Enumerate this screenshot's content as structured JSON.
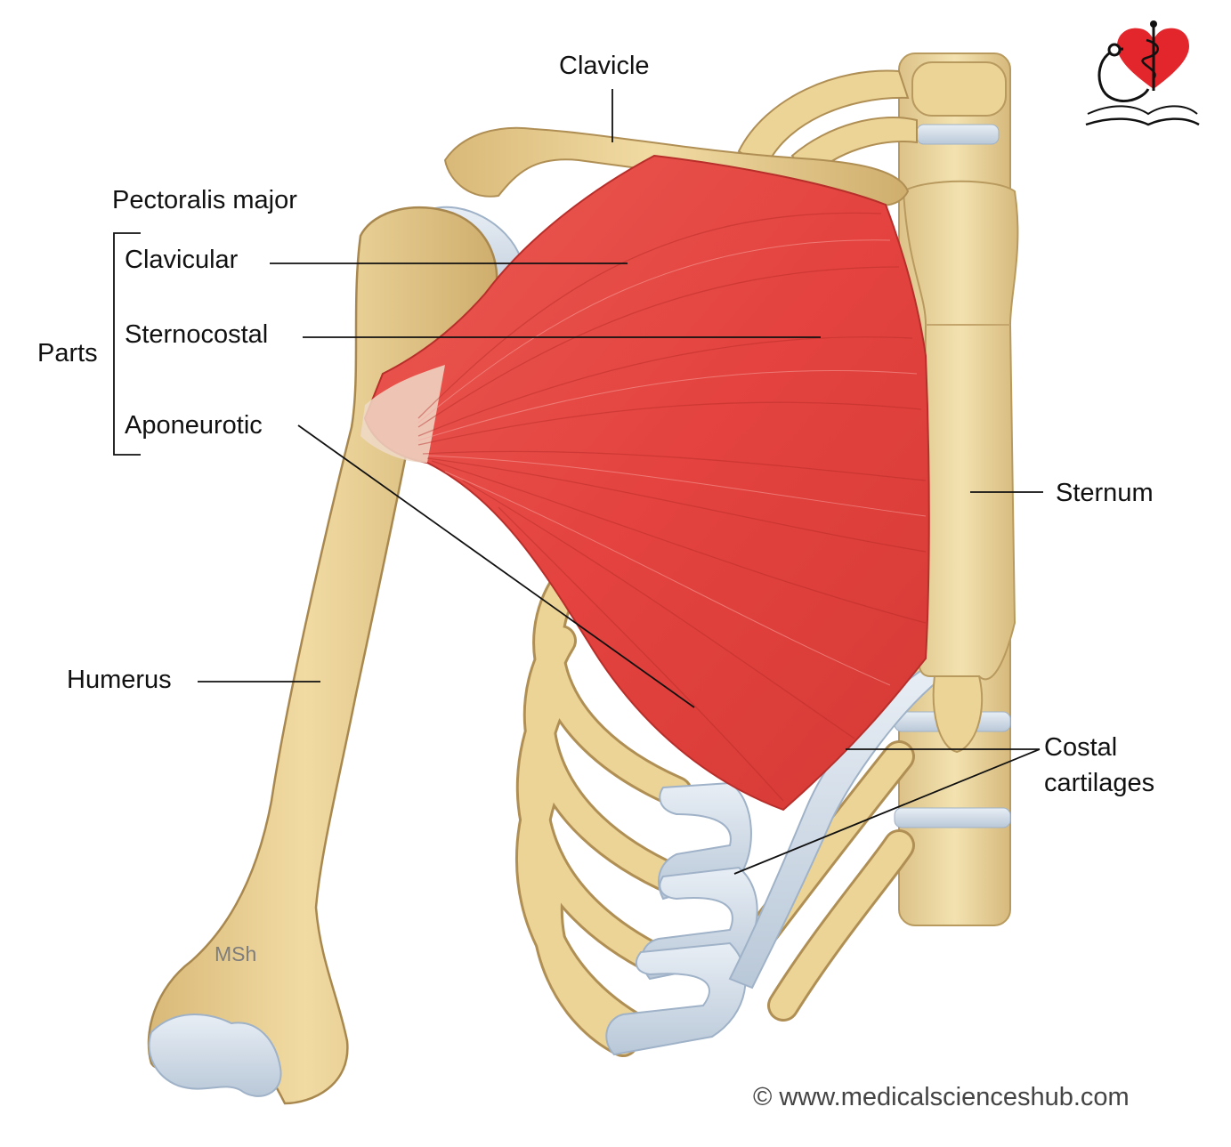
{
  "labels": {
    "clavicle": "Clavicle",
    "pectoralis_major": "Pectoralis major",
    "parts": "Parts",
    "clavicular": "Clavicular",
    "sternocostal": "Sternocostal",
    "aponeurotic": "Aponeurotic",
    "humerus": "Humerus",
    "sternum": "Sternum",
    "costal_line1": "Costal",
    "costal_line2": "cartilages"
  },
  "artist_initials": "MSh",
  "copyright": "© www.medicalscienceshub.com",
  "logo": {
    "icon": "heart-caduceus-book-logo-icon"
  },
  "colors": {
    "muscle": "#e4433f",
    "muscle_dark": "#c8302d",
    "bone": "#ecd396",
    "bone_shadow": "#c9a868",
    "cartilage": "#d6e1ec",
    "cartilage_shadow": "#9fb2c8",
    "logo_heart": "#e3262b"
  }
}
